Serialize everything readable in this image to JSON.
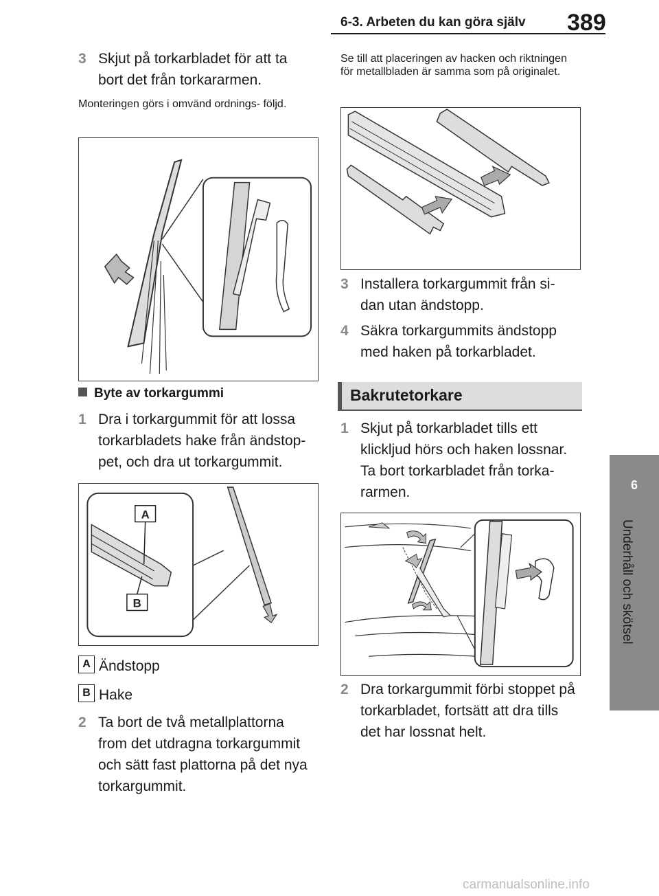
{
  "header": {
    "section": "6-3. Arbeten du kan göra själv",
    "page_number": "389"
  },
  "sidebar": {
    "chapter_number": "6",
    "chapter_title": "Underhåll och skötsel"
  },
  "left": {
    "step3": {
      "num": "3",
      "text": "Skjut på torkarbladet för att ta bort det från torkararmen."
    },
    "note1": "Monteringen görs i omvänd ordnings- följd.",
    "subheading": "Byte av torkargummi",
    "step1": {
      "num": "1",
      "text": "Dra i torkargummit för att lossa torkarbladets hake från ändstop- pet, och dra ut torkargummit."
    },
    "figure_labels": {
      "a": "A",
      "b": "B"
    },
    "callouts": [
      {
        "letter": "A",
        "text": "Ändstopp"
      },
      {
        "letter": "B",
        "text": "Hake"
      }
    ],
    "step2": {
      "num": "2",
      "text": "Ta bort de två metallplattorna from det utdragna torkargummit och sätt fast plattorna på det nya torkargummit."
    }
  },
  "right": {
    "note2": "Se till att placeringen av hacken och riktningen för metallbladen är samma som på originalet.",
    "step3": {
      "num": "3",
      "text": "Installera torkargummit från si- dan utan ändstopp."
    },
    "step4": {
      "num": "4",
      "text": "Säkra torkargummits ändstopp med haken på torkarbladet."
    },
    "section_title": "Bakrutetorkare",
    "rear_step1": {
      "num": "1",
      "text": "Skjut på torkarbladet tills ett klickljud hörs och haken lossnar. Ta bort torkarbladet från torka- rarmen."
    },
    "rear_step2": {
      "num": "2",
      "text": "Dra torkargummit förbi stoppet på torkarbladet, fortsätt att dra tills det har lossnat helt."
    }
  },
  "watermark": "carmanualsonline.info"
}
